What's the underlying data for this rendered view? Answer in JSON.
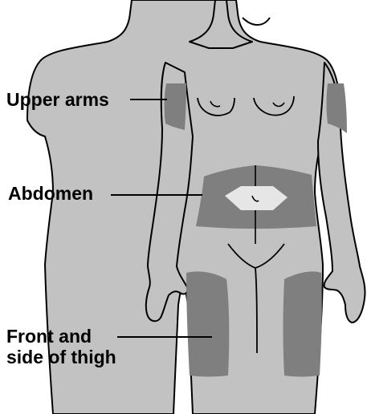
{
  "labels": {
    "upper_arms": "Upper arms",
    "abdomen": "Abdomen",
    "thigh_line1": "Front and",
    "thigh_line2": "side of thigh"
  },
  "colors": {
    "skin": "#c2c2c2",
    "skin_highlight": "#d4d4d4",
    "injection_area": "#7f7f7f",
    "navel_patch": "#e6e6e6",
    "outline": "#000000",
    "text": "#000000"
  }
}
